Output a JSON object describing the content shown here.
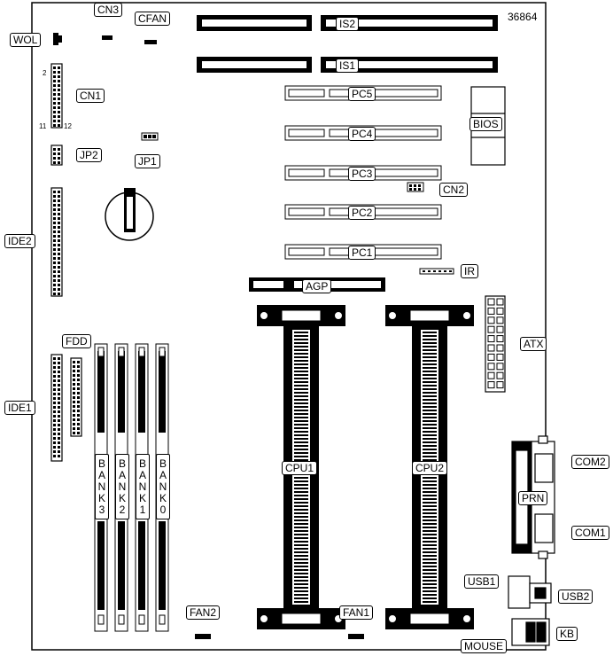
{
  "board": {
    "model_number": "36864"
  },
  "labels": {
    "cn3": "CN3",
    "cfan": "CFAN",
    "wol": "WOL",
    "is2": "IS2",
    "is1": "IS1",
    "cn1": "CN1",
    "cn1_pin2": "2",
    "cn1_pin11": "11",
    "cn1_pin12": "12",
    "pc5": "PC5",
    "pc4": "PC4",
    "pc3": "PC3",
    "pc2": "PC2",
    "pc1": "PC1",
    "bios": "BIOS",
    "jp2": "JP2",
    "jp1": "JP1",
    "cn2": "CN2",
    "ide2": "IDE2",
    "ir": "IR",
    "agp": "AGP",
    "fdd": "FDD",
    "atx": "ATX",
    "ide1": "IDE1",
    "bank3": "BANK3",
    "bank2": "BANK2",
    "bank1": "BANK1",
    "bank0": "BANK0",
    "cpu1": "CPU1",
    "cpu2": "CPU2",
    "com2": "COM2",
    "prn": "PRN",
    "com1": "COM1",
    "usb1": "USB1",
    "usb2": "USB2",
    "fan2": "FAN2",
    "fan1": "FAN1",
    "mouse": "MOUSE",
    "kb": "KB"
  }
}
